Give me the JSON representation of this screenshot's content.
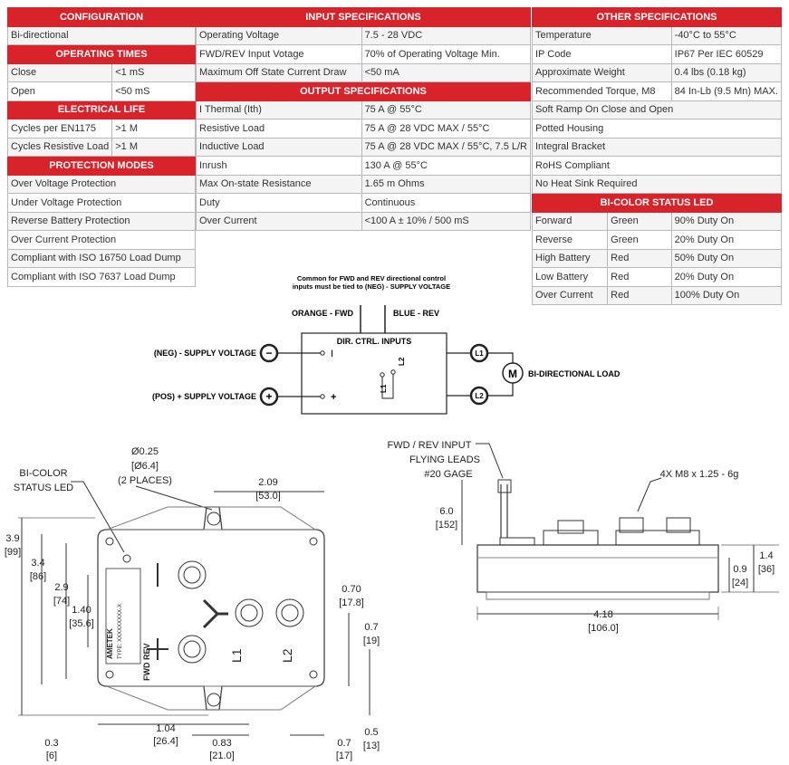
{
  "configuration": {
    "title": "CONFIGURATION",
    "value": "Bi-directional"
  },
  "operating_times": {
    "title": "OPERATING TIMES",
    "rows": [
      {
        "k": "Close",
        "v": "<1 mS"
      },
      {
        "k": "Open",
        "v": "<50 mS"
      }
    ]
  },
  "electrical_life": {
    "title": "ELECTRICAL LIFE",
    "rows": [
      {
        "k": "Cycles per EN1175",
        "v": ">1 M"
      },
      {
        "k": "Cycles Resistive Load",
        "v": ">1 M"
      }
    ]
  },
  "protection_modes": {
    "title": "PROTECTION MODES",
    "rows": [
      "Over Voltage Protection",
      "Under Voltage Protection",
      "Reverse Battery Protection",
      "Over Current Protection",
      "Compliant with ISO 16750 Load Dump",
      "Compliant with ISO 7637 Load Dump"
    ]
  },
  "input_specs": {
    "title": "INPUT SPECIFICATIONS",
    "rows": [
      {
        "k": "Operating Voltage",
        "v": "7.5 - 28 VDC"
      },
      {
        "k": "FWD/REV Input Votage",
        "v": "70% of Operating Voltage Min."
      },
      {
        "k": "Maximum Off State Current Draw",
        "v": "<50 mA"
      }
    ]
  },
  "output_specs": {
    "title": "OUTPUT SPECIFICATIONS",
    "rows": [
      {
        "k": "I Thermal (Ith)",
        "v": "75 A @ 55°C"
      },
      {
        "k": "Resistive Load",
        "v": "75 A @ 28 VDC MAX / 55°C"
      },
      {
        "k": "Inductive Load",
        "v": "75 A @ 28 VDC MAX / 55°C, 7.5 L/R"
      },
      {
        "k": "Inrush",
        "v": "130 A @ 55°C"
      },
      {
        "k": "Max On-state Resistance",
        "v": "1.65 m Ohms"
      },
      {
        "k": "Duty",
        "v": "Continuous"
      },
      {
        "k": "Over Current",
        "v": "<100 A ± 10% / 500 mS"
      }
    ]
  },
  "other_specs": {
    "title": "OTHER SPECIFICATIONS",
    "rows": [
      {
        "k": "Temperature",
        "v": "-40°C to 55°C"
      },
      {
        "k": "IP Code",
        "v": "IP67 Per IEC 60529"
      },
      {
        "k": "Approximate Weight",
        "v": "0.4 lbs (0.18 kg)"
      },
      {
        "k": "Recommended Torque, M8",
        "v": "84 In-Lb (9.5 Mn) MAX."
      }
    ],
    "features": [
      "Soft Ramp On Close and Open",
      "Potted Housing",
      "Integral Bracket",
      "RoHS Compliant",
      "No Heat Sink Required"
    ]
  },
  "status_led": {
    "title": "BI-COLOR STATUS LED",
    "rows": [
      {
        "state": "Forward",
        "color": "Green",
        "duty": "90% Duty On"
      },
      {
        "state": "Reverse",
        "color": "Green",
        "duty": "20% Duty On"
      },
      {
        "state": "High Battery",
        "color": "Red",
        "duty": "50% Duty On"
      },
      {
        "state": "Low Battery",
        "color": "Red",
        "duty": "20% Duty On"
      },
      {
        "state": "Over Current",
        "color": "Red",
        "duty": "100% Duty On"
      }
    ]
  },
  "schematic": {
    "note_line1": "Common for FWD and REV directional control",
    "note_line2": "inputs must be tied to (NEG) - SUPPLY VOLTAGE",
    "orange_fwd": "ORANGE - FWD",
    "blue_rev": "BLUE - REV",
    "dir_ctrl": "DIR. CTRL. INPUTS",
    "neg_supply": "(NEG) - SUPPLY VOLTAGE",
    "pos_supply": "(POS) + SUPPLY VOLTAGE",
    "minus": "−",
    "plus": "+",
    "bar": "I",
    "l1": "L1",
    "l2": "L2",
    "motor": "M",
    "load": "BI-DIRECTIONAL LOAD"
  },
  "front_view": {
    "hole_dim_in": "Ø0.25",
    "hole_dim_mm": "[Ø6.4]",
    "hole_count": "(2 PLACES)",
    "led_label_1": "BI-COLOR",
    "led_label_2": "STATUS LED",
    "w_209": "2.09",
    "w_209_mm": "[53.0]",
    "h_39": "3.9",
    "h_39_mm": "[99]",
    "h_34": "3.4",
    "h_34_mm": "[86]",
    "h_29": "2.9",
    "h_29_mm": "[74]",
    "h_140": "1.40",
    "h_140_mm": "[35.6]",
    "d_070": "0.70",
    "d_070_mm": "[17.8]",
    "d_07a": "0.7",
    "d_07a_mm": "[19]",
    "d_03": "0.3",
    "d_03_mm": "[6]",
    "d_104": "1.04",
    "d_104_mm": "[26.4]",
    "d_083": "0.83",
    "d_083_mm": "[21.0]",
    "d_07b": "0.7",
    "d_07b_mm": "[17]",
    "d_05": "0.5",
    "d_05_mm": "[13]",
    "label_brand": "AMETEK",
    "label_type": "TYPE: XXXXXXXXX-X",
    "fwd_rev": "FWD REV",
    "l1": "L1",
    "l2": "L2"
  },
  "side_view": {
    "flying_1": "FWD / REV INPUT",
    "flying_2": "FLYING LEADS",
    "flying_3": "#20 GAGE",
    "studs": "4X M8 x 1.25 - 6g",
    "lead_len": "6.0",
    "lead_len_mm": "[152]",
    "h_14": "1.4",
    "h_14_mm": "[36]",
    "h_09": "0.9",
    "h_09_mm": "[24]",
    "w_418": "4.18",
    "w_418_mm": "[106.0]"
  }
}
